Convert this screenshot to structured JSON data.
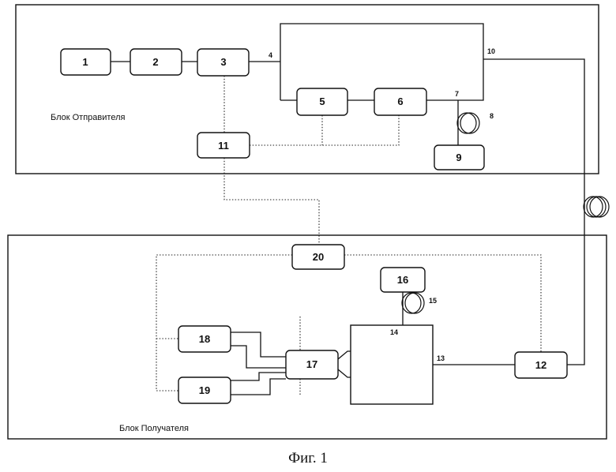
{
  "sender_label": "Блок Отправителя",
  "receiver_label": "Блок Получателя",
  "caption": "Фиг. 1",
  "blocks": {
    "b1": "1",
    "b2": "2",
    "b3": "3",
    "b5": "5",
    "b6": "6",
    "b9": "9",
    "b11": "11",
    "b12": "12",
    "b16": "16",
    "b17": "17",
    "b18": "18",
    "b19": "19",
    "b20": "20"
  },
  "ports": {
    "p4": "4",
    "p7": "7",
    "p8": "8",
    "p10": "10",
    "p13": "13",
    "p14": "14",
    "p15": "15"
  }
}
